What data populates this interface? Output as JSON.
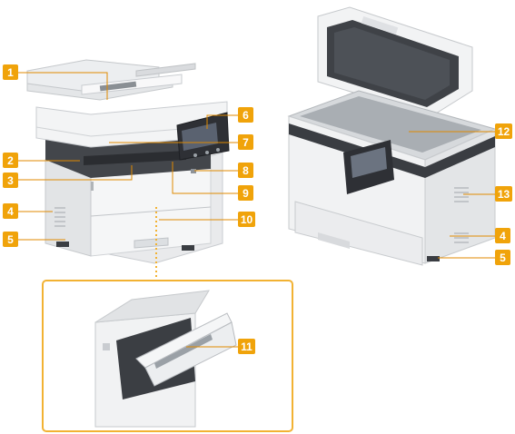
{
  "callouts": [
    {
      "label": "1",
      "part": "document-feeder"
    },
    {
      "label": "2",
      "part": "front-cover"
    },
    {
      "label": "3",
      "part": "output-tray"
    },
    {
      "label": "4",
      "part": "ventilation-slots"
    },
    {
      "label": "5",
      "part": "lift-handles"
    },
    {
      "label": "6",
      "part": "operation-panel"
    },
    {
      "label": "7",
      "part": "output-slot"
    },
    {
      "label": "8",
      "part": "usb-port"
    },
    {
      "label": "9",
      "part": "power-switch"
    },
    {
      "label": "10",
      "part": "paper-drawer"
    },
    {
      "label": "11",
      "part": "multi-purpose-tray"
    },
    {
      "label": "12",
      "part": "platen-glass"
    },
    {
      "label": "13",
      "part": "rear-ventilation-slots"
    }
  ],
  "colors": {
    "badge": "#f0a30a",
    "leader_line": "#e08a00",
    "inset_border": "#f2b233",
    "device_body": "#f1f2f3",
    "device_dark": "#3a3d42",
    "device_grey": "#c9ccd0"
  }
}
